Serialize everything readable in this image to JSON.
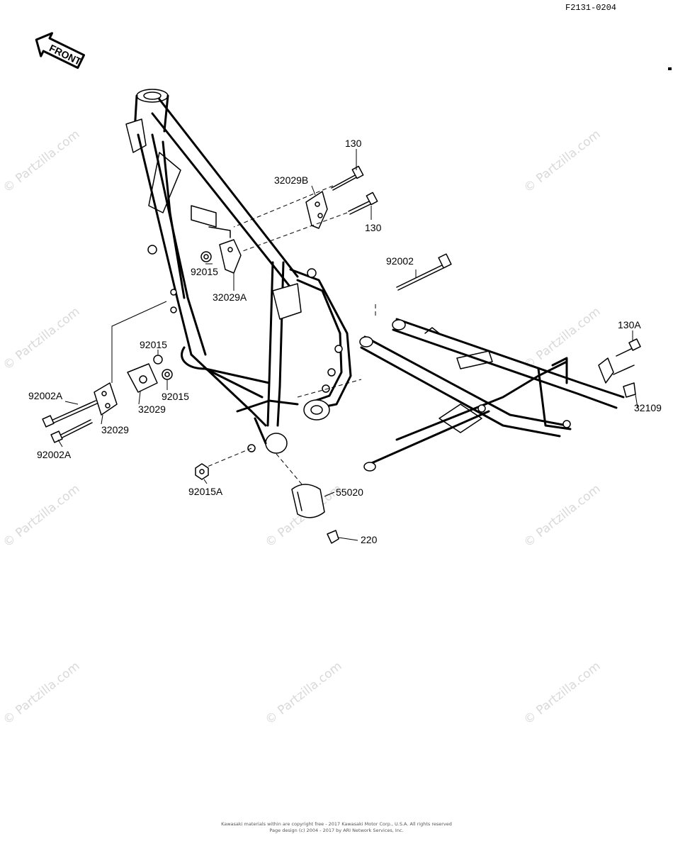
{
  "drawing_code": "F2131-0204",
  "front_label": "FRONT",
  "watermark": "© Partzilla.com",
  "parts": {
    "p130_top": "130",
    "p130_bottom": "130",
    "p32029B": "32029B",
    "p92015_upper": "92015",
    "p32029A": "32029A",
    "p92002": "92002",
    "p130A": "130A",
    "p32109": "32109",
    "p92015_a": "92015",
    "p92015_b": "92015",
    "p32029_a": "32029",
    "p32029_b": "32029",
    "p92002A_a": "92002A",
    "p92002A_b": "92002A",
    "p92015A": "92015A",
    "p55020": "55020",
    "p220": "220"
  },
  "footer": {
    "line1": "Kawasaki materials within are copyright free - 2017 Kawasaki Motor Corp., U.S.A. All rights reserved",
    "line2": "Page design (c) 2004 - 2017 by ARI Network Services, Inc."
  }
}
